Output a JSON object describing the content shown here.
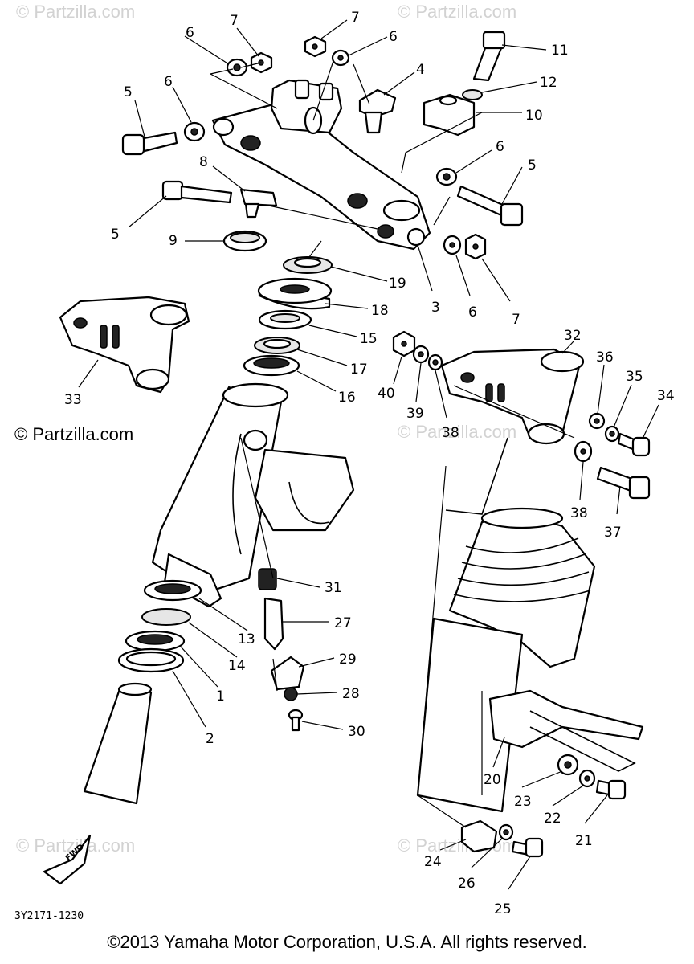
{
  "diagram_code": "3Y2171-1230",
  "copyright": "©2013 Yamaha Motor Corporation, U.S.A. All rights reserved.",
  "watermark": "© Partzilla.com",
  "fwd_label": "FWD",
  "callouts": {
    "c1": "1",
    "c2": "2",
    "c3": "3",
    "c4": "4",
    "c5a": "5",
    "c5b": "5",
    "c5c": "5",
    "c6a": "6",
    "c6b": "6",
    "c6c": "6",
    "c6d": "6",
    "c6e": "6",
    "c7a": "7",
    "c7b": "7",
    "c7c": "7",
    "c8": "8",
    "c9": "9",
    "c10": "10",
    "c11": "11",
    "c12": "12",
    "c13": "13",
    "c14": "14",
    "c15": "15",
    "c16": "16",
    "c17": "17",
    "c18": "18",
    "c19": "19",
    "c20": "20",
    "c21": "21",
    "c22": "22",
    "c23": "23",
    "c24": "24",
    "c25": "25",
    "c26": "26",
    "c27": "27",
    "c28": "28",
    "c29": "29",
    "c30": "30",
    "c31": "31",
    "c32": "32",
    "c33": "33",
    "c34": "34",
    "c35": "35",
    "c36": "36",
    "c37": "37",
    "c38a": "38",
    "c38b": "38",
    "c39": "39",
    "c40": "40"
  }
}
